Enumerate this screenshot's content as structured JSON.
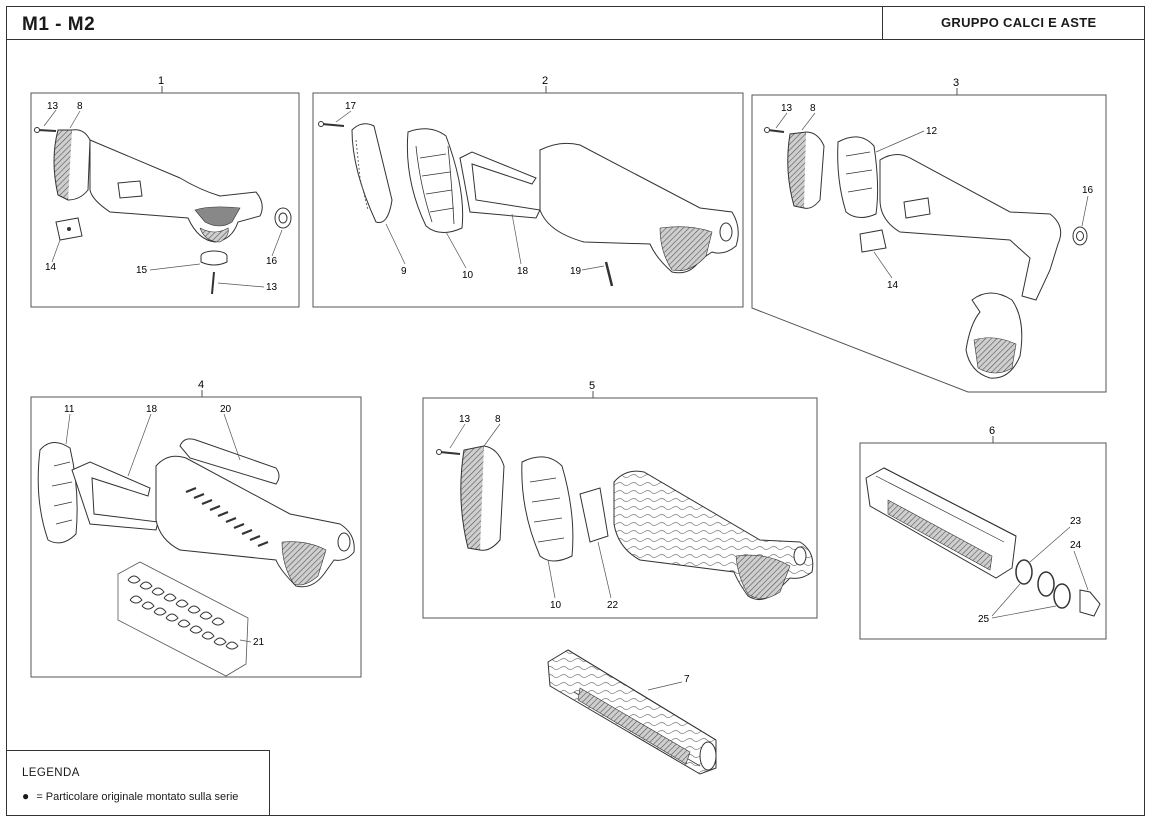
{
  "header": {
    "model": "M1 - M2",
    "title": "GRUPPO CALCI E ASTE"
  },
  "legend": {
    "title": "LEGENDA",
    "bullet": "●",
    "text": "= Particolare originale montato sulla serie"
  },
  "groups": [
    {
      "label": "1",
      "parts": [
        "13",
        "8",
        "14",
        "15",
        "16",
        "13"
      ]
    },
    {
      "label": "2",
      "parts": [
        "17",
        "9",
        "10",
        "18",
        "19"
      ]
    },
    {
      "label": "3",
      "parts": [
        "13",
        "8",
        "12",
        "16",
        "14"
      ]
    },
    {
      "label": "4",
      "parts": [
        "11",
        "18",
        "20",
        "21"
      ]
    },
    {
      "label": "5",
      "parts": [
        "13",
        "8",
        "10",
        "22"
      ]
    },
    {
      "label": "6",
      "parts": [
        "23",
        "24",
        "25"
      ]
    },
    {
      "label": "7",
      "parts": []
    }
  ],
  "colors": {
    "line": "#333333",
    "fill": "#ffffff",
    "shade": "#9a9a9a"
  }
}
